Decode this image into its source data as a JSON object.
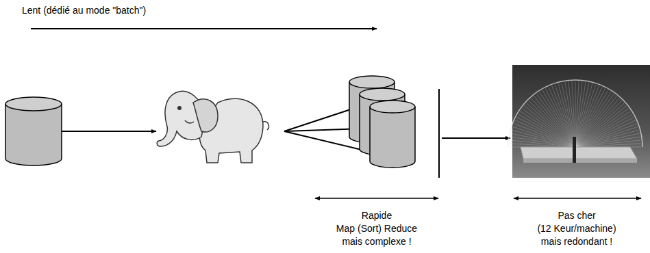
{
  "diagram": {
    "labels": [
      "Lent (dédié au mode \"batch\")",
      "Rapide",
      "Map (Sort) Reduce",
      "mais complexe !",
      "Pas cher",
      "(12 Keur/machine)",
      "mais redondant !"
    ]
  }
}
